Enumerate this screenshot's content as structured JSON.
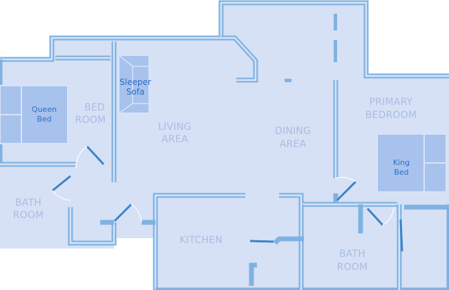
{
  "rooms": {
    "bedroom": [
      "BED",
      "ROOM"
    ],
    "living": [
      "LIVING",
      "AREA"
    ],
    "dining": [
      "DINING",
      "AREA"
    ],
    "primary": [
      "PRIMARY",
      "BEDROOM"
    ],
    "bath_left": [
      "BATH",
      "ROOM"
    ],
    "kitchen": [
      "KITCHEN"
    ],
    "bath_right": [
      "BATH",
      "ROOM"
    ]
  },
  "furniture": {
    "queen_bed": [
      "Queen",
      "Bed"
    ],
    "king_bed": [
      "King",
      "Bed"
    ],
    "sleeper_sofa": [
      "Sleeper",
      "Sofa"
    ]
  },
  "colors": {
    "floor": "#d6e1f5",
    "wall": "#7fb2e2",
    "door": "#3c82c8",
    "room_text": "#a9bde0",
    "furniture_text": "#2e6fc0",
    "furniture": "#a7c2ed"
  }
}
